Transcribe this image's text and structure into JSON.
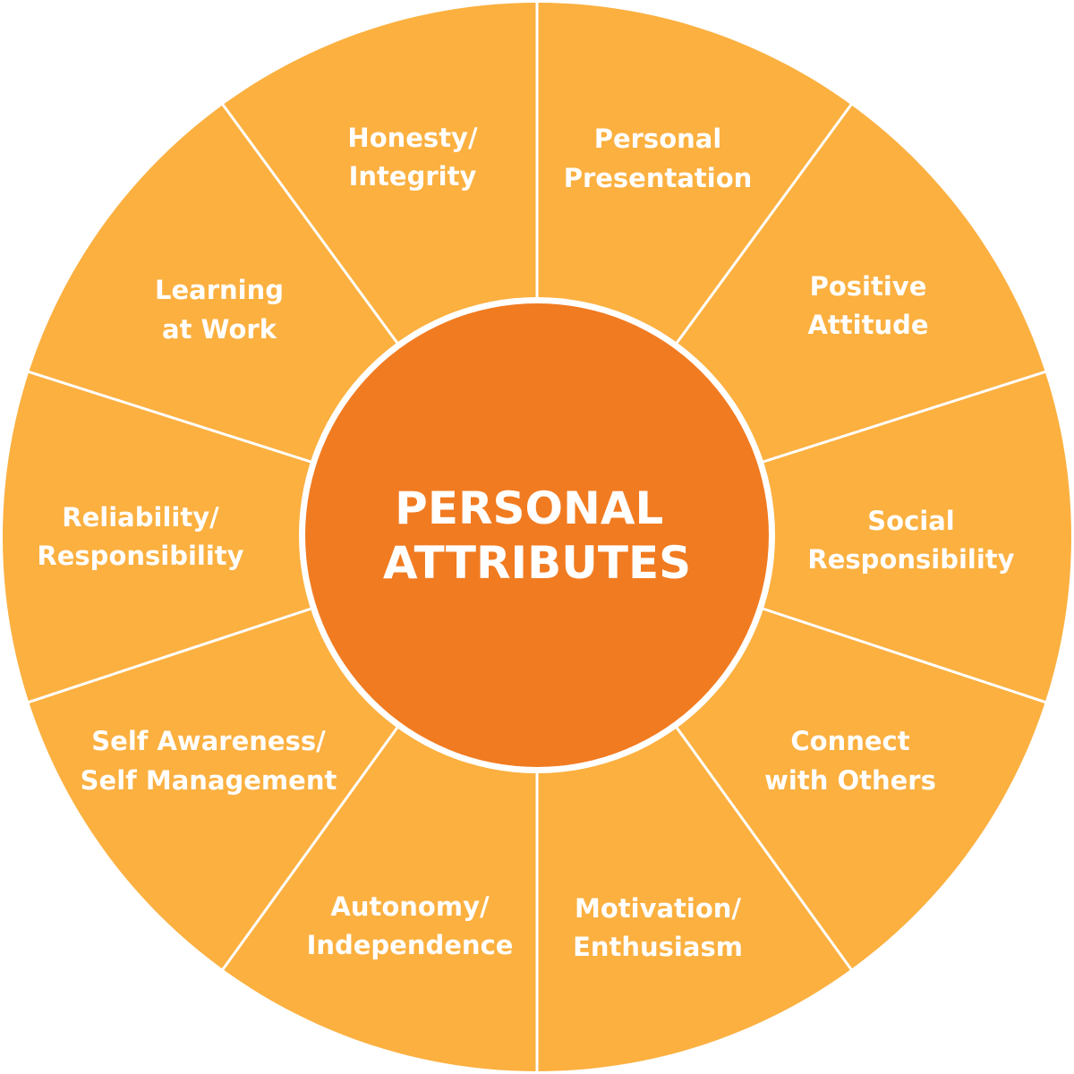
{
  "title": [
    "PERSONAL",
    "ATTRIBUTES"
  ],
  "segments": [
    {
      "lines": [
        "Personal",
        "Presentation"
      ]
    },
    {
      "lines": [
        "Positive",
        "Attitude"
      ]
    },
    {
      "lines": [
        "Social",
        "Responsibility"
      ]
    },
    {
      "lines": [
        "Connect",
        "with Others"
      ]
    },
    {
      "lines": [
        "Motivation/",
        "Enthusiasm"
      ]
    },
    {
      "lines": [
        "Autonomy/",
        "Independence"
      ]
    },
    {
      "lines": [
        "Self Awareness/",
        "Self Management"
      ]
    },
    {
      "lines": [
        "Reliability/",
        "Responsibility"
      ]
    },
    {
      "lines": [
        "Learning",
        "at Work"
      ]
    },
    {
      "lines": [
        "Honesty/",
        "Integrity"
      ]
    }
  ],
  "colors": {
    "outer": "#FBB040",
    "center": "#F17B21",
    "divider": "#FFFFFF"
  }
}
